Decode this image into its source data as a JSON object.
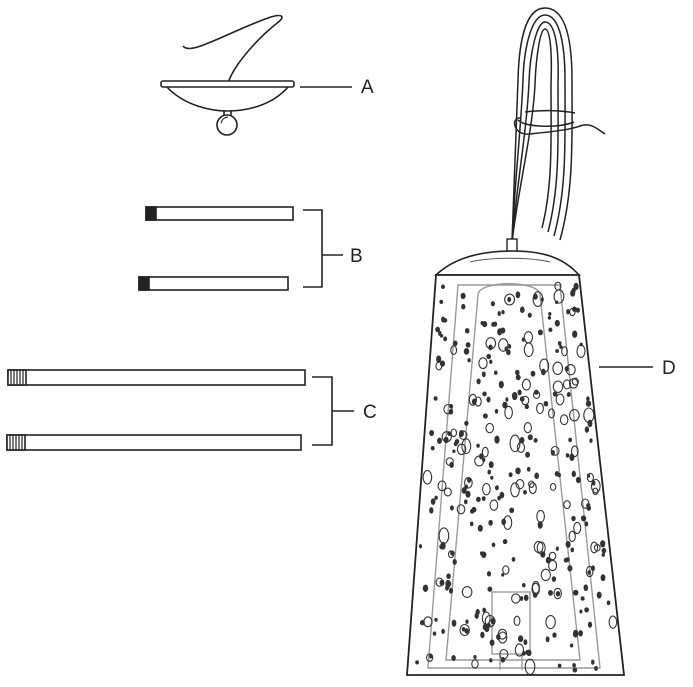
{
  "labels": {
    "a": "A",
    "b": "B",
    "c": "C",
    "d": "D"
  },
  "colors": {
    "line": "#222222",
    "pattern": "#333333",
    "inner_outline": "#9a9a9a",
    "background": "#ffffff"
  }
}
